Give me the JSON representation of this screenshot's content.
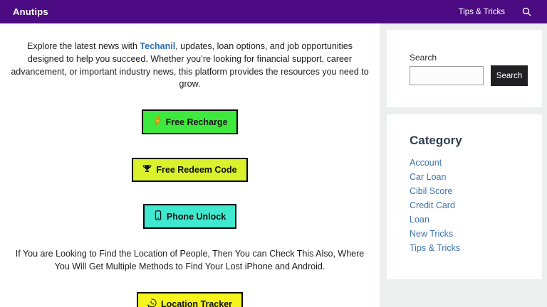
{
  "header": {
    "brand": "Anutips",
    "nav_item": "Tips & Tricks"
  },
  "intro": {
    "pre": "Explore the latest news with ",
    "link": "Techanil",
    "post": ", updates, loan options, and job opportunities designed to help you succeed. Whether you’re looking for financial support, career advancement, or important industry news, this platform provides the resources you need to grow."
  },
  "buttons": [
    {
      "label": "Free Recharge",
      "icon": "lightning-icon",
      "bg": "#3ce93c"
    },
    {
      "label": "Free Redeem Code",
      "icon": "trophy-icon",
      "bg": "#d9f22b"
    },
    {
      "label": "Phone Unlock",
      "icon": "smartphone-icon",
      "bg": "#3fe9d0"
    },
    {
      "label": "Location Tracker",
      "icon": "whatsapp-icon",
      "bg": "#f5f51d"
    }
  ],
  "location_text": "If You are Looking to Find the Location of People, Then You can Check This Also, Where You Will Get Multiple Methods to Find Your Lost iPhone and Android.",
  "sidebar": {
    "search": {
      "label": "Search",
      "placeholder": "",
      "value": "",
      "button_label": "Search"
    },
    "category": {
      "title": "Category",
      "items": [
        "Account",
        "Car Loan",
        "Cibil Score",
        "Credit Card",
        "Loan",
        "New Tricks",
        "Tips & Tricks"
      ]
    }
  },
  "colors": {
    "header_bg": "#4c0b82",
    "recharge_bg": "#3ce93c",
    "redeem_bg": "#d9f22b",
    "unlock_bg": "#3fe9d0",
    "tracker_bg": "#f5f51d",
    "intro_link": "#2b6db5",
    "category_link": "#3c74ad",
    "search_button_bg": "#202024",
    "sidebar_bg": "#edeeee"
  }
}
